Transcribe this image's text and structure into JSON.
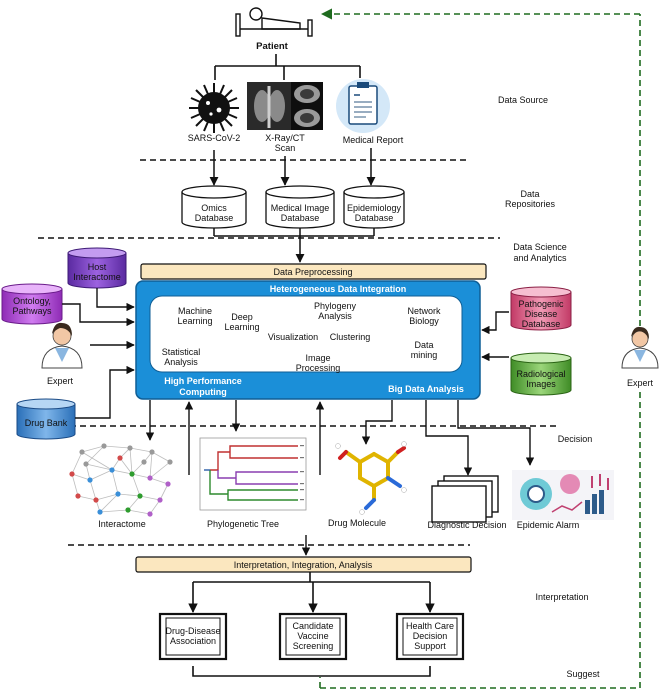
{
  "patient": "Patient",
  "sources": {
    "sars": "SARS-CoV-2",
    "xray_line1": "X-Ray/CT",
    "xray_line2": "Scan",
    "report": "Medical Report"
  },
  "databases": {
    "omics_line1": "Omics",
    "omics_line2": "Database",
    "image_line1": "Medical Image",
    "image_line2": "Database",
    "epi_line1": "Epidemiology",
    "epi_line2": "Database"
  },
  "stages": {
    "data_source": "Data Source",
    "data_repos_line1": "Data",
    "data_repos_line2": "Repositories",
    "dsa_line1": "Data Science",
    "dsa_line2": "and Analytics",
    "decision": "Decision",
    "interpretation": "Interpretation",
    "suggest": "Suggest"
  },
  "left_inputs": {
    "host_line1": "Host",
    "host_line2": "Interactome",
    "ontology_line1": "Ontology,",
    "ontology_line2": "Pathways",
    "expert": "Expert",
    "drugbank": "Drug Bank"
  },
  "right_inputs": {
    "pathogenic_line1": "Pathogenic",
    "pathogenic_line2": "Disease",
    "pathogenic_line3": "Database",
    "radiological_line1": "Radiological",
    "radiological_line2": "Images",
    "expert": "Expert"
  },
  "analytics": {
    "preprocessing": "Data Preprocessing",
    "integration": "Heterogeneous Data Integration",
    "hpc_line1": "High Performance",
    "hpc_line2": "Computing",
    "bigdata": "Big Data Analysis",
    "methods": {
      "ml_line1": "Machine",
      "ml_line2": "Learning",
      "phylo_line1": "Phylogeny",
      "phylo_line2": "Analysis",
      "netbio_line1": "Network",
      "netbio_line2": "Biology",
      "dl_line1": "Deep",
      "dl_line2": "Learning",
      "visualization": "Visualization",
      "clustering": "Clustering",
      "stat_line1": "Statistical",
      "stat_line2": "Analysis",
      "img_line1": "Image",
      "img_line2": "Processing",
      "mining_line1": "Data",
      "mining_line2": "mining"
    }
  },
  "outputs": {
    "interactome": "Interactome",
    "phylo_tree": "Phylogenetic Tree",
    "drug_molecule": "Drug Molecule",
    "diagnostic": "Diagnostic Decision",
    "epidemic": "Epidemic Alarm"
  },
  "interpretation_bar": "Interpretation, Integration, Analysis",
  "results": {
    "dda_line1": "Drug-Disease",
    "dda_line2": "Association",
    "cvs_line1": "Candidate",
    "cvs_line2": "Vaccine",
    "cvs_line3": "Screening",
    "hcds_line1": "Health Care",
    "hcds_line2": "Decision",
    "hcds_line3": "Support"
  },
  "colors": {
    "analytics_blue": "#1b8fd8",
    "bar_fill": "#fbe7bf",
    "host_purple": "#7b3fc4",
    "ontology_violet": "#b145d8",
    "drugbank_blue": "#3a84cc",
    "pathogenic_pink": "#d9507c",
    "radiological_green": "#5ea83c",
    "feedback_green": "#1f6b1f"
  }
}
